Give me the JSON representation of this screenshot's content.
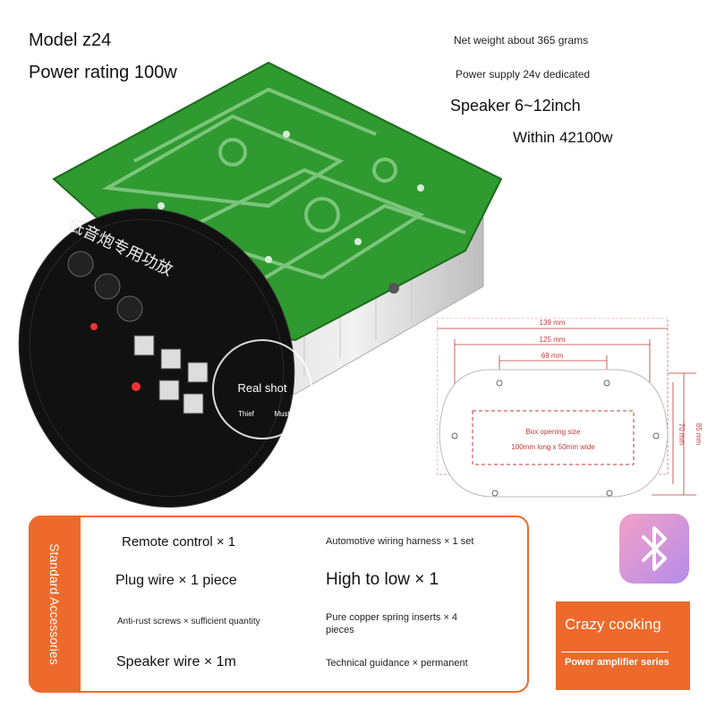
{
  "specs": {
    "model": "Model z24",
    "power_rating": "Power rating 100w",
    "net_weight": "Net weight about 365 grams",
    "power_supply": "Power supply 24v dedicated",
    "speaker": "Speaker 6~12inch",
    "within": "Within 42100w"
  },
  "dimensions": {
    "width_outer": "139 mm",
    "width_mid": "125 mm",
    "width_inner": "69 mm",
    "height_outer": "85 mm",
    "height_inner": "70 mm",
    "box_title": "Box opening size",
    "box_size": "100mm long x 50mm wide"
  },
  "product_photo": {
    "chinese_label": "低音炮专用功放",
    "watermark": "Real shot",
    "watermark_sub_left": "Thief",
    "watermark_sub_right": "Must"
  },
  "accessories": {
    "tab_label": "Standard Accessories",
    "items": [
      "Remote control × 1",
      "Automotive wiring harness × 1 set",
      "Plug wire × 1 piece",
      "High to low × 1",
      "Anti-rust screws × sufficient quantity",
      "Pure copper spring inserts × 4 pieces",
      "Speaker wire × 1m",
      "Technical guidance × permanent"
    ]
  },
  "brand": {
    "title": "Crazy cooking",
    "subtitle": "Power amplifier series"
  },
  "colors": {
    "accent": "#ee6a2c",
    "dimension_red": "#c23a3a",
    "pcb_green": "#2f9a2f"
  },
  "icons": {
    "bluetooth": "bluetooth-icon"
  }
}
